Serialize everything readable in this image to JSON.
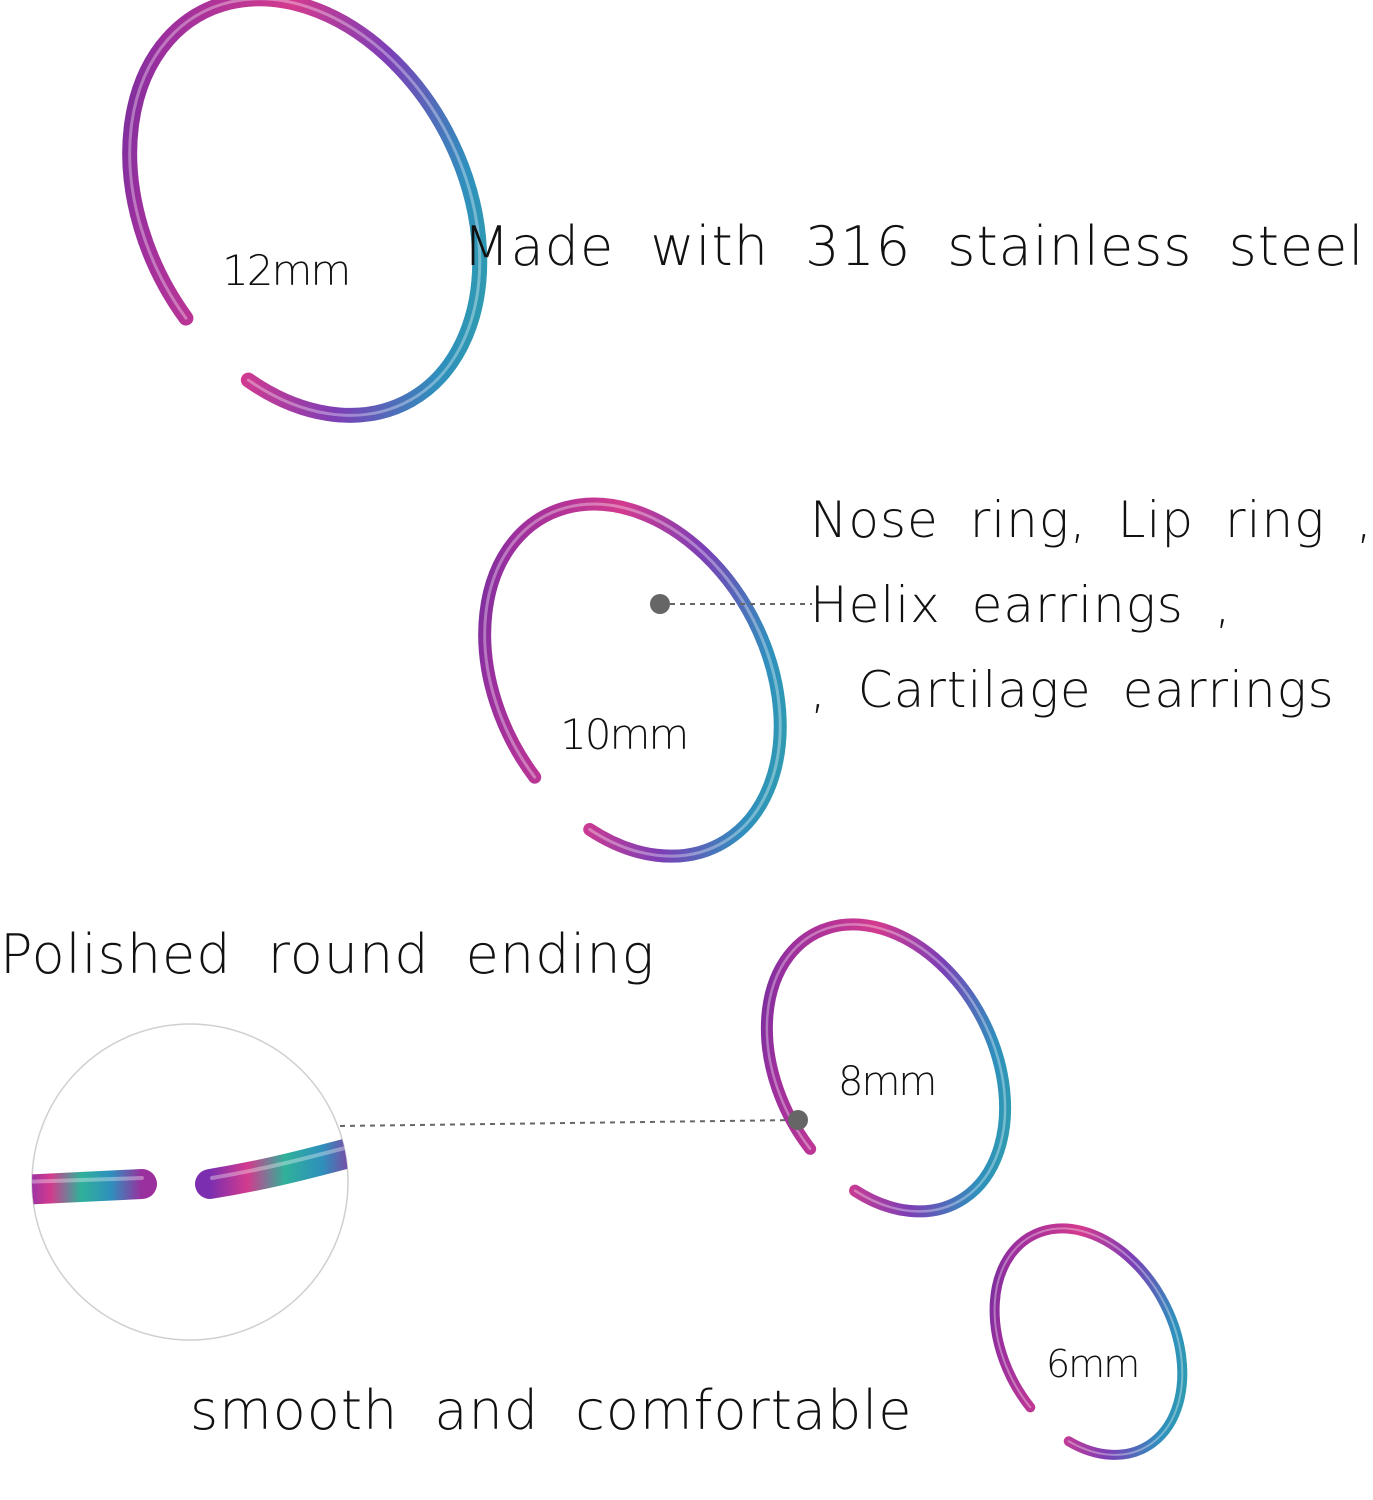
{
  "headline_material": "Made with 316 stainless steel",
  "usage_line_1": "Nose ring, Lip ring ,",
  "usage_line_2": "Helix earrings ,",
  "usage_line_3": ", Cartilage earrings",
  "headline_ending": "Polished round ending",
  "headline_comfort": "smooth and comfortable",
  "sizes": {
    "s12": "12mm",
    "s10": "10mm",
    "s8": "8mm",
    "s6": "6mm"
  },
  "colors": {
    "ring_purple": "#9a2f9e",
    "ring_pink": "#d33a8e",
    "ring_blue": "#2f8fbd",
    "ring_teal": "#2fb19a",
    "leader_line": "#666666",
    "text": "#111111"
  }
}
